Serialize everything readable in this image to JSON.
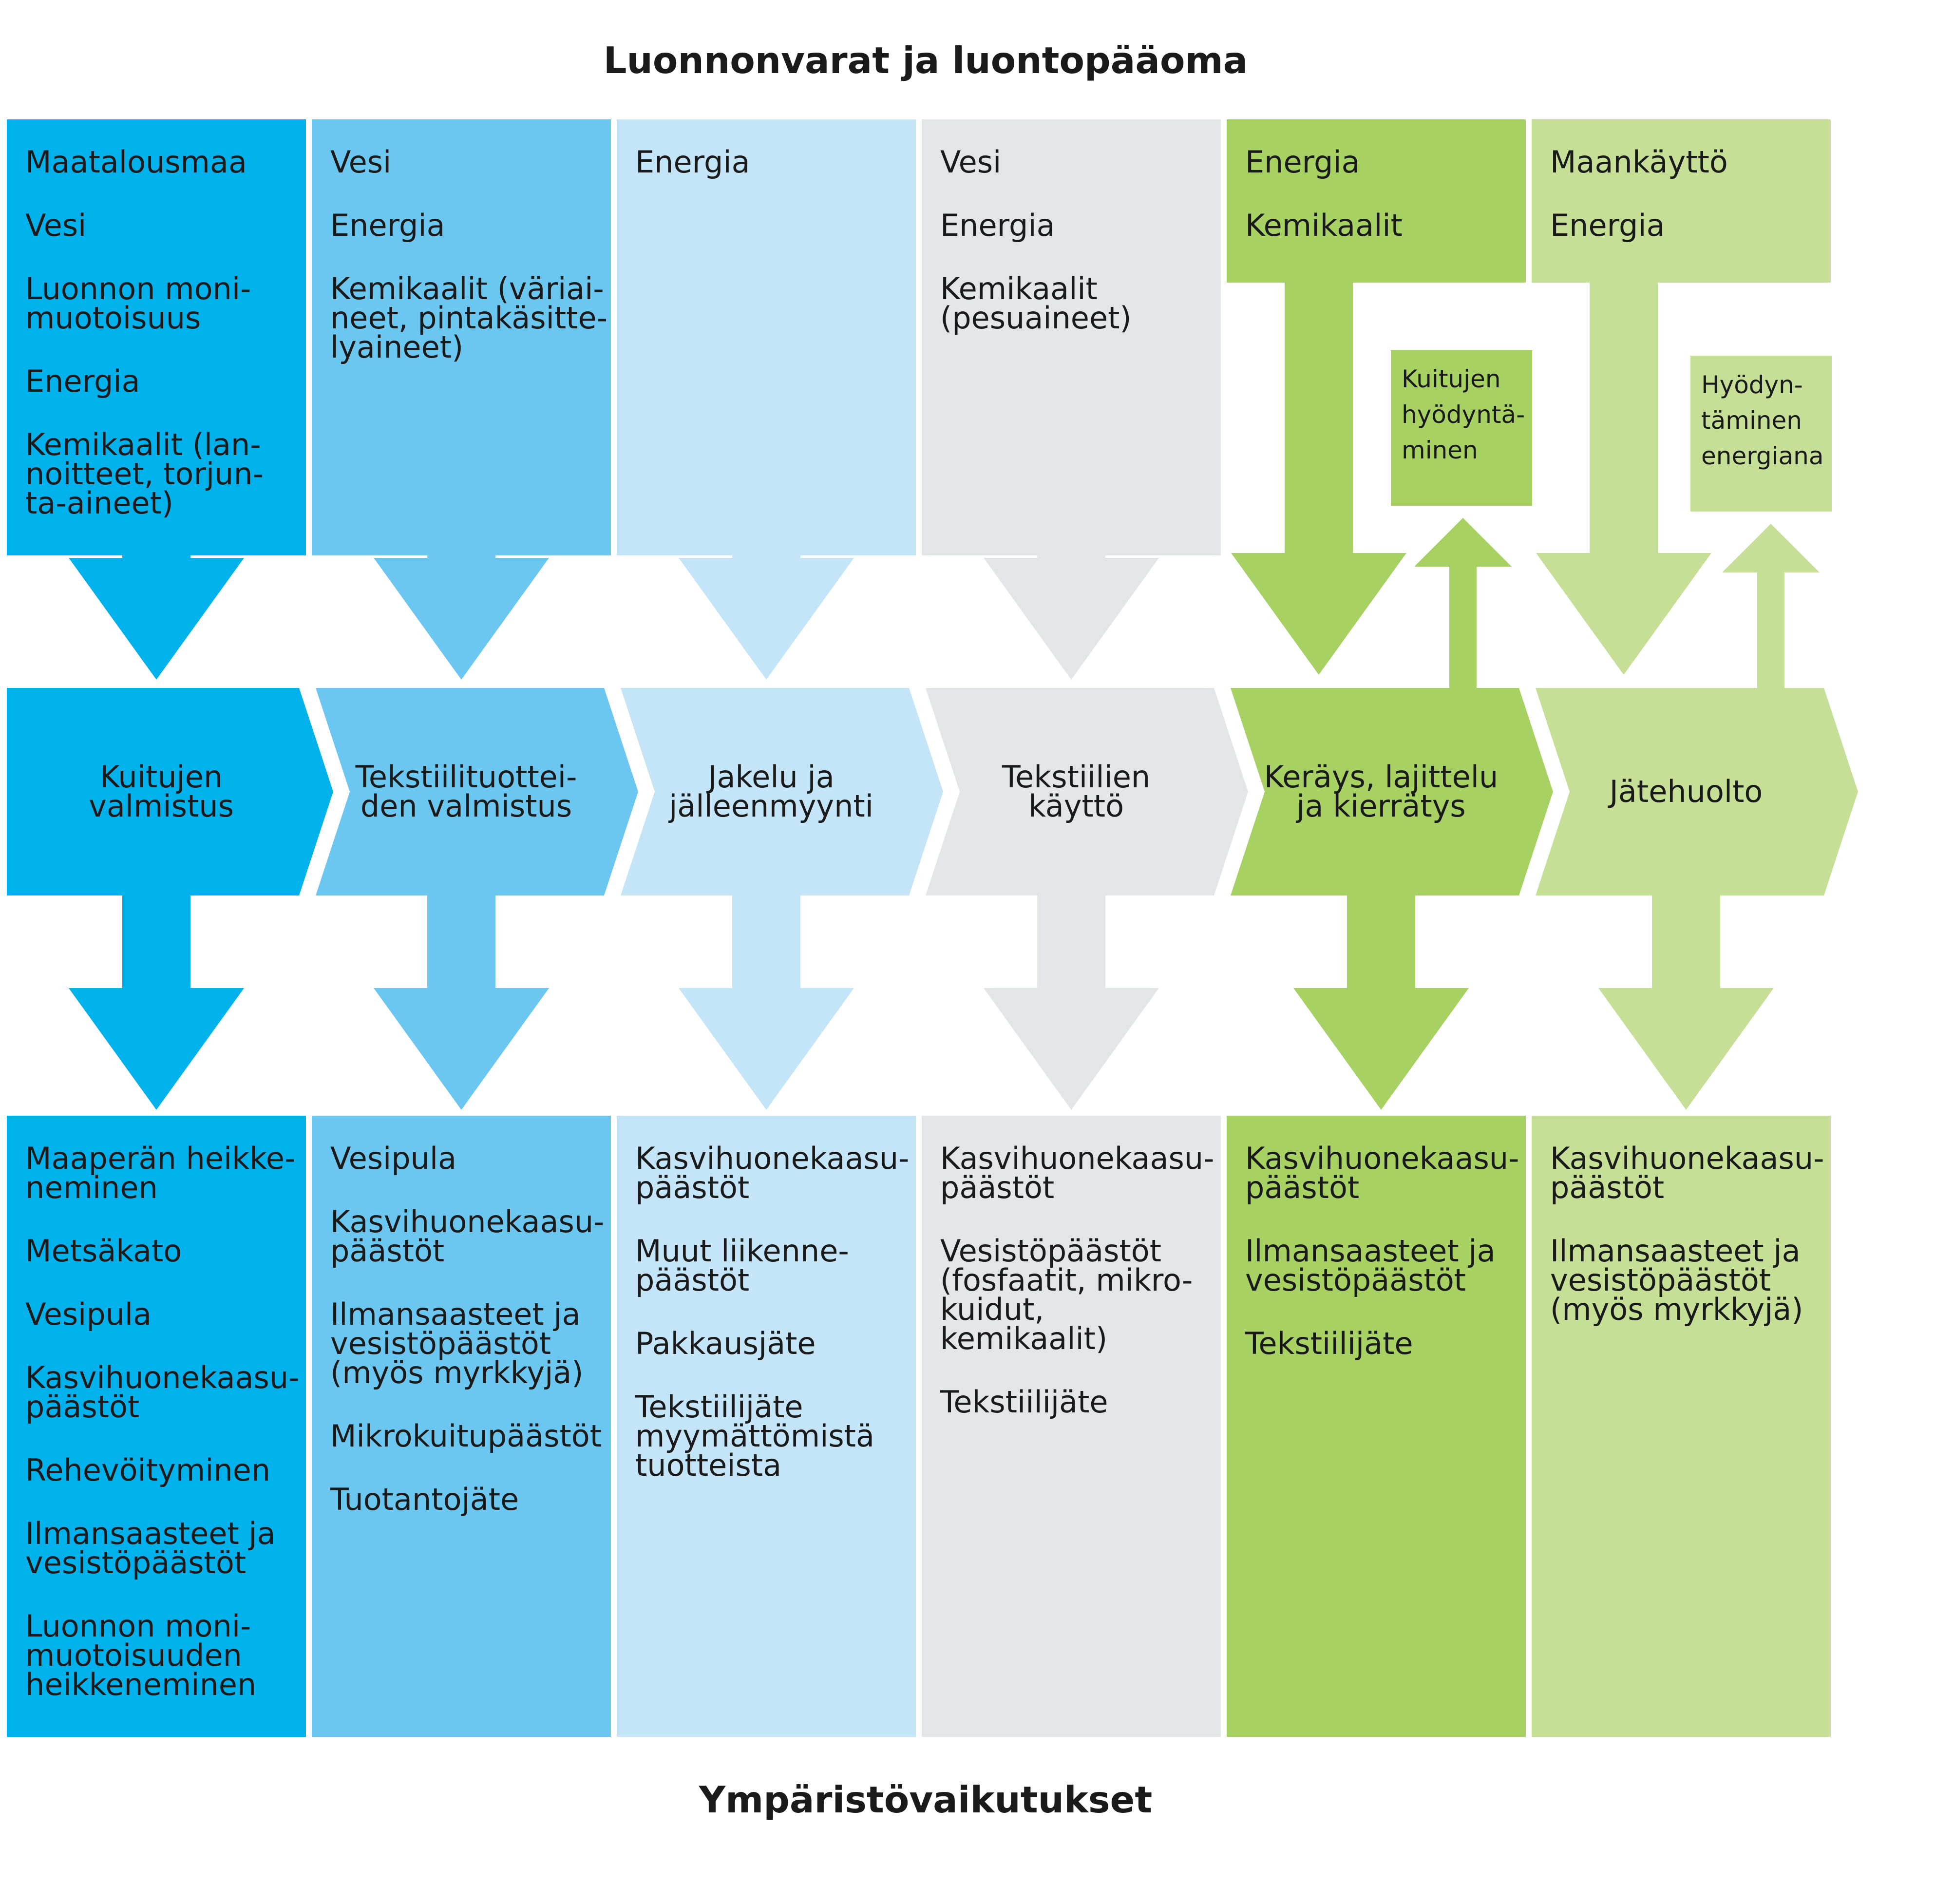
{
  "top_title": "Luonnonvarat ja luontopääoma",
  "bottom_title": "Ympäristövaikutukset",
  "colors": {
    "col1": "#00b1ec",
    "col2": "#6cc7f0",
    "col3": "#c4e4f8",
    "col4": "#e3e6e9",
    "col5": "#a8d163",
    "col6": "#c6df97"
  },
  "stages": [
    "Kuitujen\nvalmistus",
    "Tekstiilituottei-\nden valmistus",
    "Jakelu ja\njälleenmyynti",
    "Tekstiilien\nkäyttö",
    "Keräys, lajittelu\nja kierrätys",
    "Jätehuolto"
  ],
  "inputs": [
    [
      "Maatalousmaa",
      "Vesi",
      "Luonnon moni-\nmuotoisuus",
      "Energia",
      "Kemikaalit (lan-\nnoitteet, torjun-\nta-aineet)"
    ],
    [
      "Vesi",
      "Energia",
      "Kemikaalit (väriai-\nneet, pintakäsitte-\nlyaineet)"
    ],
    [
      "Energia"
    ],
    [
      "Vesi",
      "Energia",
      "Kemikaalit\n(pesuaineet)"
    ],
    [
      "Energia",
      "Kemikaalit"
    ],
    [
      "Maankäyttö",
      "Energia"
    ]
  ],
  "recovery": [
    "Kuitujen\nhyödyntä-\nminen",
    "Hyödyn-\ntäminen\nenergiana"
  ],
  "impacts": [
    [
      "Maaperän heikke-\nneminen",
      "Metsäkato",
      "Vesipula",
      "Kasvihuonekaasu-\npäästöt",
      "Rehevöityminen",
      "Ilmansaasteet ja\nvesistöpäästöt",
      "Luonnon moni-\nmuotoisuuden\nheikkeneminen"
    ],
    [
      "Vesipula",
      "Kasvihuonekaasu-\npäästöt",
      "Ilmansaasteet ja\nvesistöpäästöt\n(myös myrkkyjä)",
      "Mikrokuitupäästöt",
      "Tuotantojäte"
    ],
    [
      "Kasvihuonekaasu-\npäästöt",
      "Muut liikenne-\npäästöt",
      "Pakkausjäte",
      "Tekstiilijäte\nmyymättömistä\ntuotteista"
    ],
    [
      "Kasvihuonekaasu-\npäästöt",
      "Vesistöpäästöt\n(fosfaatit, mikro-\nkuidut, kemikaalit)",
      "Tekstiilijäte"
    ],
    [
      "Kasvihuonekaasu-\npäästöt",
      "Ilmansaasteet ja\nvesistöpäästöt",
      "Tekstiilijäte"
    ],
    [
      "Kasvihuonekaasu-\npäästöt",
      "Ilmansaasteet ja\nvesistöpäästöt\n(myös myrkkyjä)"
    ]
  ]
}
